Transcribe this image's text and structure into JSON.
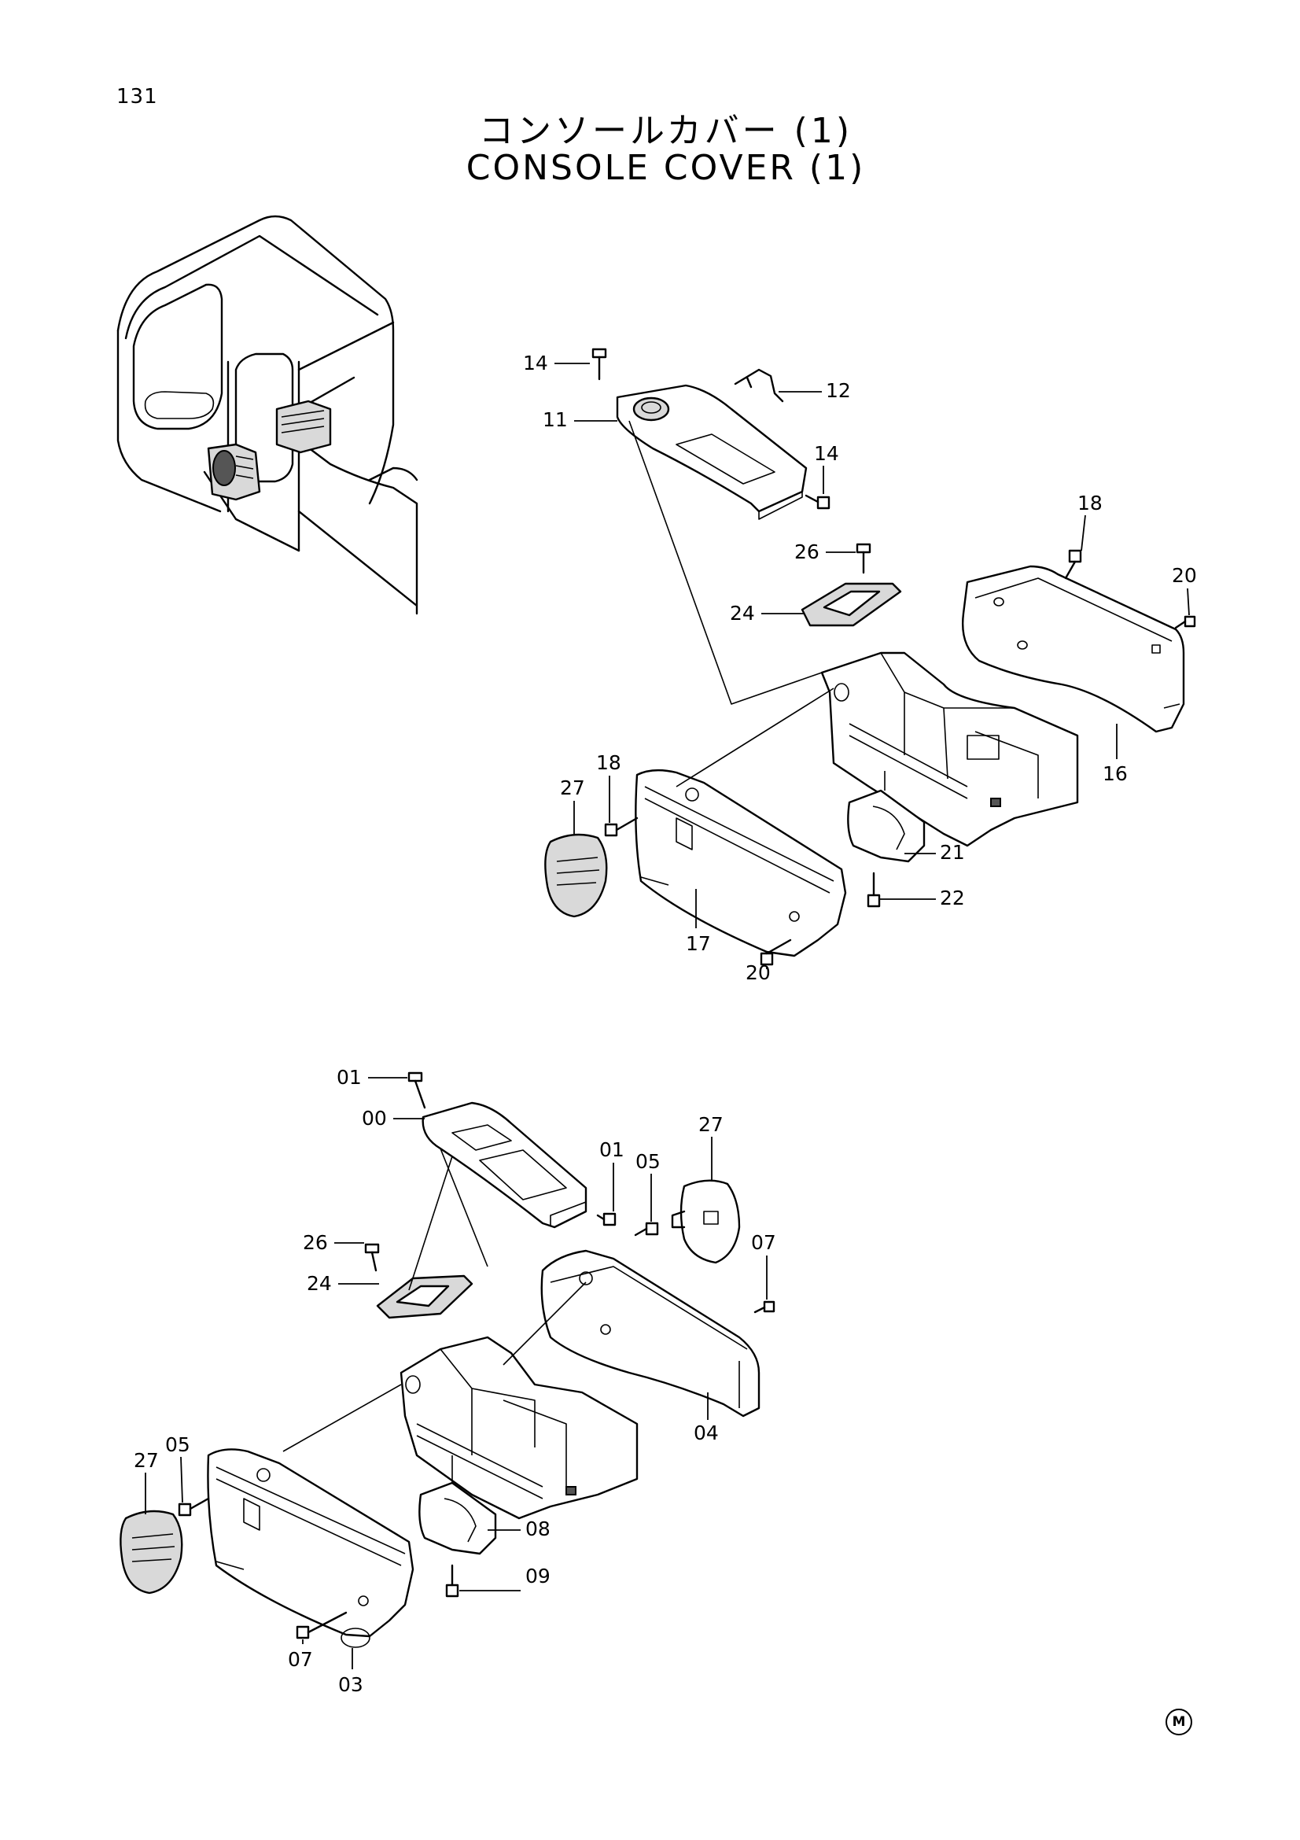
{
  "page": {
    "number": "131",
    "title_jp": "コンソールカバー (1)",
    "title_en": "CONSOLE  COVER  (1)",
    "mark": "M"
  },
  "callouts_upper": [
    {
      "id": "u14a",
      "label": "14"
    },
    {
      "id": "u12",
      "label": "12"
    },
    {
      "id": "u11",
      "label": "11"
    },
    {
      "id": "u14b",
      "label": "14"
    },
    {
      "id": "u18a",
      "label": "18"
    },
    {
      "id": "u20a",
      "label": "20"
    },
    {
      "id": "u26",
      "label": "26"
    },
    {
      "id": "u24",
      "label": "24"
    },
    {
      "id": "u16",
      "label": "16"
    },
    {
      "id": "u27",
      "label": "27"
    },
    {
      "id": "u18b",
      "label": "18"
    },
    {
      "id": "u21",
      "label": "21"
    },
    {
      "id": "u22",
      "label": "22"
    },
    {
      "id": "u17",
      "label": "17"
    },
    {
      "id": "u20b",
      "label": "20"
    }
  ],
  "callouts_lower": [
    {
      "id": "l01a",
      "label": "01"
    },
    {
      "id": "l00",
      "label": "00"
    },
    {
      "id": "l27a",
      "label": "27"
    },
    {
      "id": "l01b",
      "label": "01"
    },
    {
      "id": "l05a",
      "label": "05"
    },
    {
      "id": "l26",
      "label": "26"
    },
    {
      "id": "l07a",
      "label": "07"
    },
    {
      "id": "l24",
      "label": "24"
    },
    {
      "id": "l04",
      "label": "04"
    },
    {
      "id": "l27b",
      "label": "27"
    },
    {
      "id": "l05b",
      "label": "05"
    },
    {
      "id": "l08",
      "label": "08"
    },
    {
      "id": "l09",
      "label": "09"
    },
    {
      "id": "l07b",
      "label": "07"
    },
    {
      "id": "l03",
      "label": "03"
    }
  ]
}
